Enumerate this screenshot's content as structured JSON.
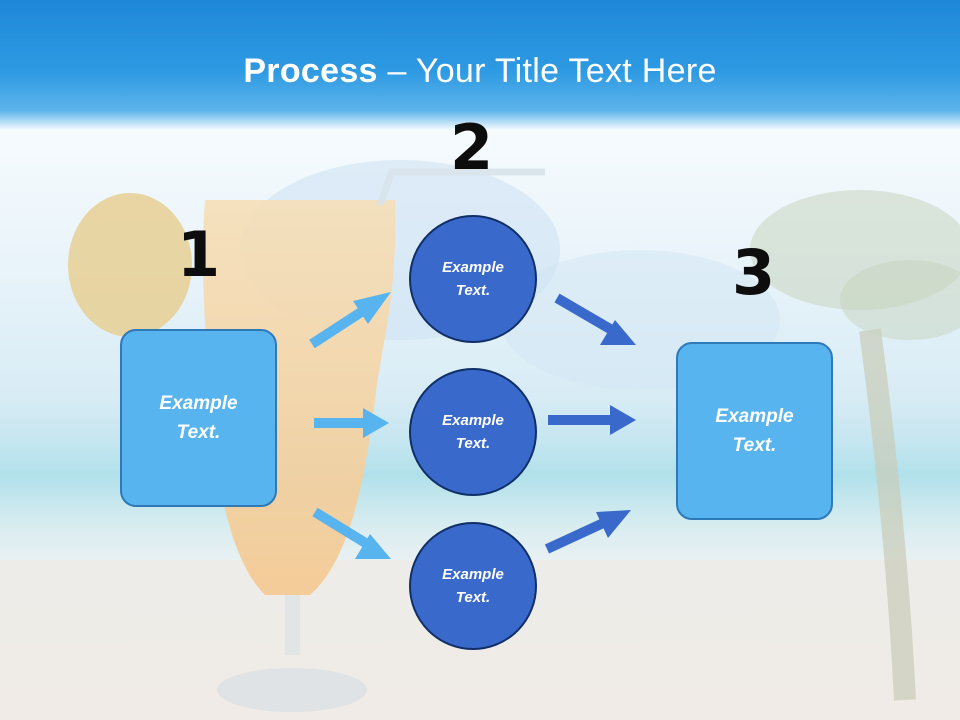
{
  "title": {
    "bold": "Process",
    "rest": " – Your Title Text Here"
  },
  "steps": {
    "one": "1",
    "two": "2",
    "three": "3"
  },
  "left_box": {
    "line1": "Example",
    "line2": "Text."
  },
  "right_box": {
    "line1": "Example",
    "line2": "Text."
  },
  "circles": [
    {
      "line1": "Example",
      "line2": "Text."
    },
    {
      "line1": "Example",
      "line2": "Text."
    },
    {
      "line1": "Example",
      "line2": "Text."
    }
  ],
  "colors": {
    "header": "#2e9ae3",
    "box_fill": "#58b4ef",
    "circle_fill": "#3a69cc",
    "arrow_light": "#58b4ef",
    "arrow_dark": "#3a69cc"
  }
}
